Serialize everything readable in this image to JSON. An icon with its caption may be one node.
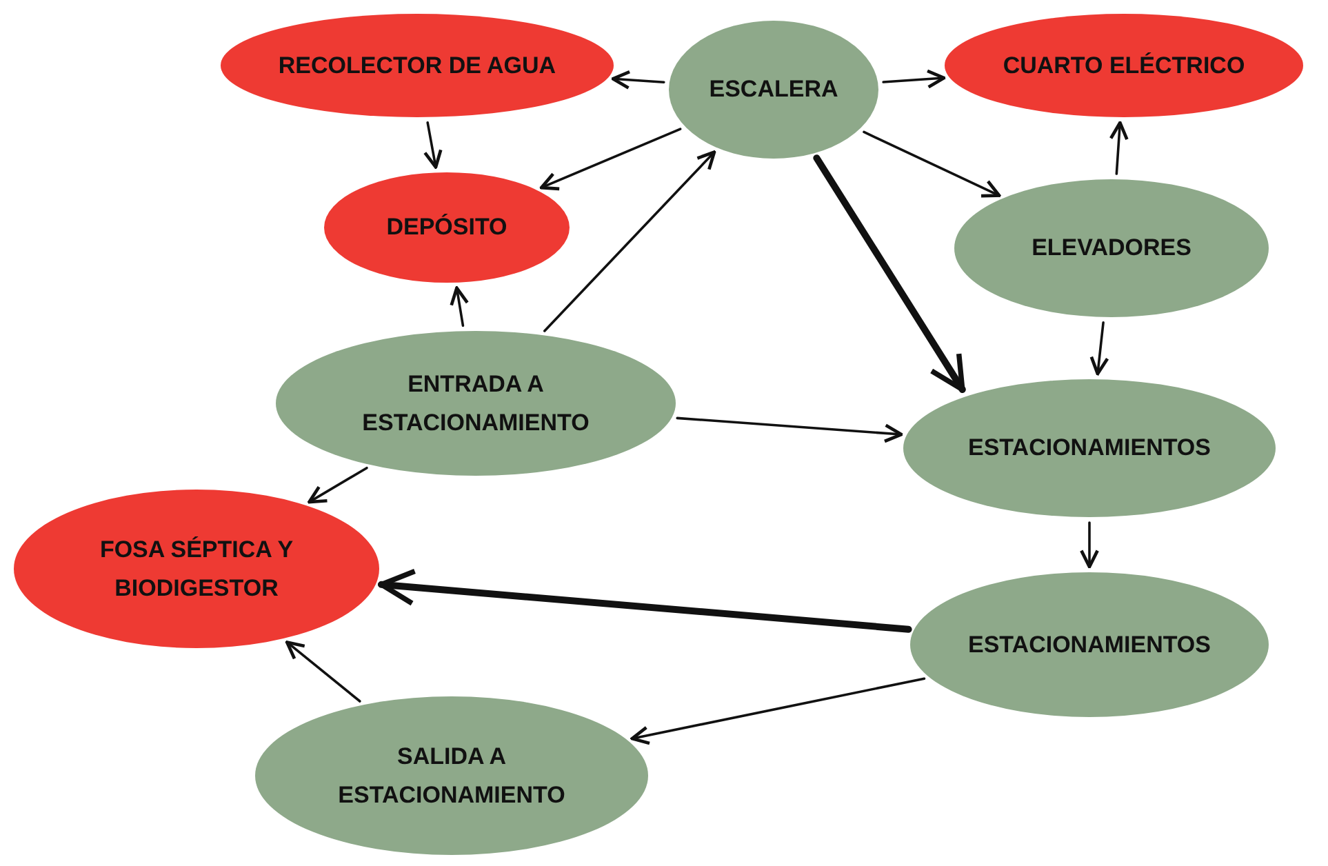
{
  "diagram": {
    "nodes": [
      {
        "text": [
          "ESCALERA"
        ]
      },
      {
        "text": [
          "RECOLECTOR DE AGUA"
        ]
      },
      {
        "text": [
          "CUARTO ELÉCTRICO"
        ]
      },
      {
        "text": [
          "DEPÓSITO"
        ]
      },
      {
        "text": [
          "ELEVADORES"
        ]
      },
      {
        "text": [
          "ENTRADA A ESTACIONAMIENTO"
        ]
      },
      {
        "text": [
          "ESTACIONAMIENTOS"
        ]
      },
      {
        "text": [
          "FOSA SÉPTICA Y BIODIGESTOR"
        ]
      },
      {
        "text": [
          "ESTACIONAMIENTOS"
        ]
      },
      {
        "text": [
          "SALIDA A ESTACIONAMIENTO"
        ]
      }
    ],
    "edges": [
      {
        "from": 0,
        "to": 1,
        "arrow": "to"
      },
      {
        "from": 0,
        "to": 2,
        "arrow": "to"
      },
      {
        "from": 0,
        "to": 3,
        "arrow": "to"
      },
      {
        "from": 0,
        "to": 4,
        "arrow": "to"
      },
      {
        "from": 0,
        "to": 6,
        "arrow": "to",
        "style": "thick"
      },
      {
        "from": 1,
        "to": 3,
        "arrow": "to"
      },
      {
        "from": 4,
        "to": 2,
        "arrow": "to"
      },
      {
        "from": 4,
        "to": 6,
        "arrow": "to"
      },
      {
        "from": 5,
        "to": 3,
        "arrow": "to"
      },
      {
        "from": 5,
        "to": 0,
        "arrow": "to"
      },
      {
        "from": 5,
        "to": 6,
        "arrow": "to"
      },
      {
        "from": 5,
        "to": 7,
        "arrow": "to"
      },
      {
        "from": 6,
        "to": 8,
        "arrow": "to"
      },
      {
        "from": 8,
        "to": 7,
        "arrow": "to",
        "style": "thick"
      },
      {
        "from": 8,
        "to": 9,
        "arrow": "to"
      },
      {
        "from": 9,
        "to": 7,
        "arrow": "to"
      }
    ]
  }
}
